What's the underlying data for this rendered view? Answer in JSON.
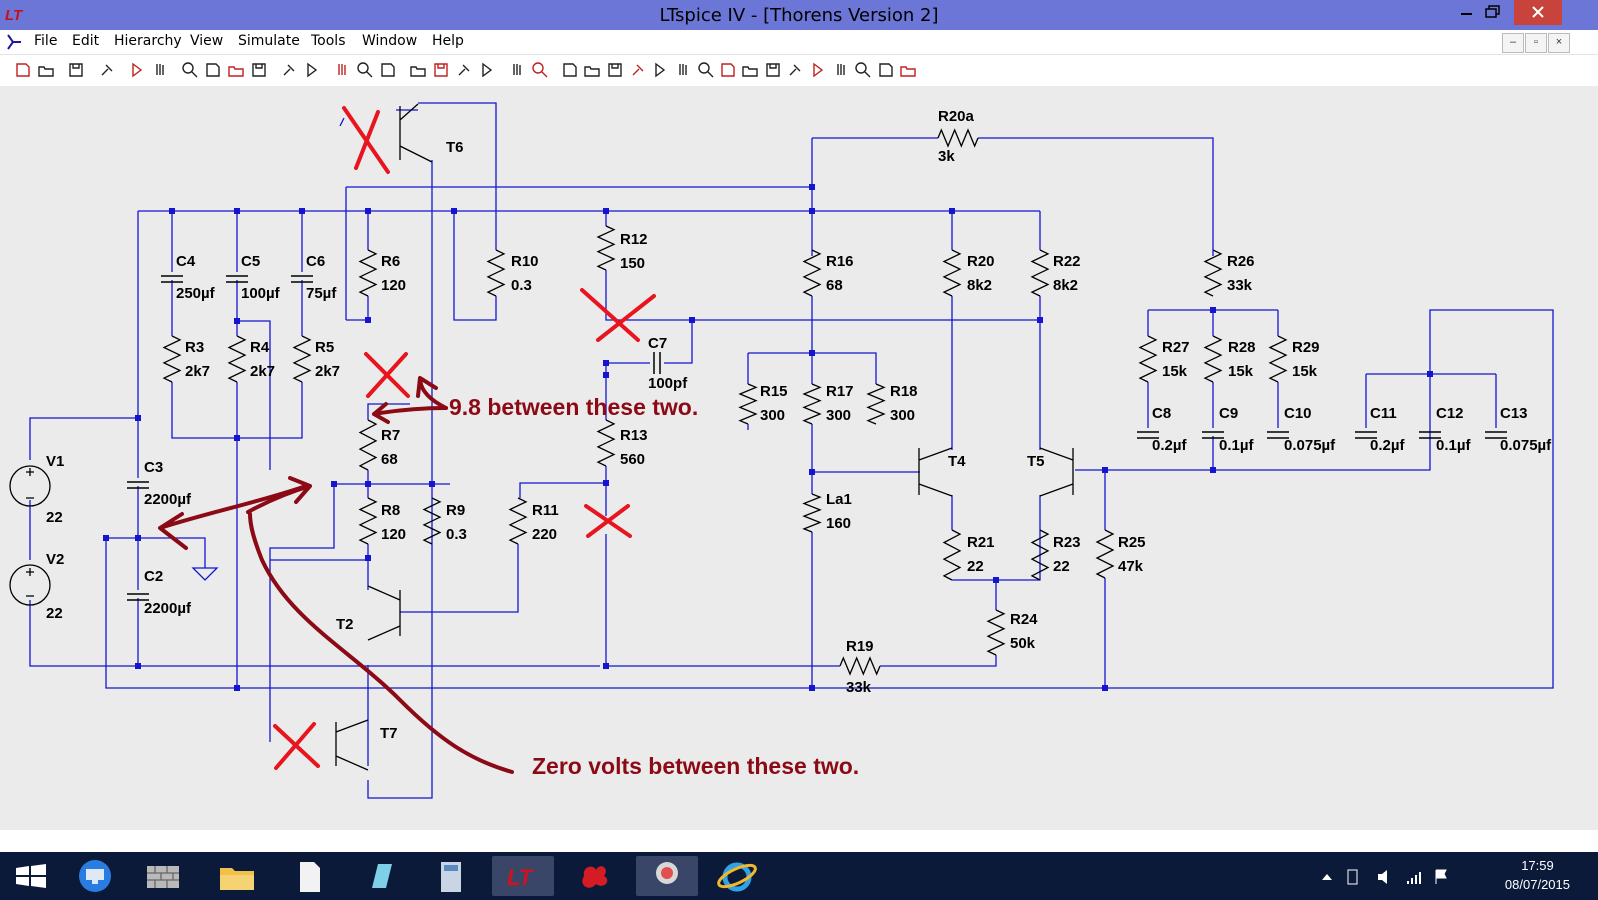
{
  "window": {
    "title": "LTspice IV - [Thorens Version 2]",
    "controls": [
      "minimize",
      "restore",
      "close"
    ],
    "mdi_controls": [
      "minimize",
      "restore",
      "close"
    ]
  },
  "menu": [
    "File",
    "Edit",
    "Hierarchy",
    "View",
    "Simulate",
    "Tools",
    "Window",
    "Help"
  ],
  "toolbar_icons": [
    "new-schematic-icon",
    "open-icon",
    "save-icon",
    "control-panel-icon",
    "run-icon",
    "halt-icon",
    "zoom-in-icon",
    "pan-icon",
    "zoom-out-icon",
    "zoom-cancel-icon",
    "autorange-icon",
    "visible-traces-icon",
    "tile-horizontal-icon",
    "tile-vertical-icon",
    "cascade-icon",
    "cut-icon",
    "copy-icon",
    "paste-icon",
    "find-icon",
    "print-preview-icon",
    "print-icon",
    "draw-wire-icon",
    "ground-icon",
    "label-net-icon",
    "resistor-icon",
    "capacitor-icon",
    "inductor-icon",
    "diode-icon",
    "component-icon",
    "move-icon",
    "drag-icon",
    "undo-icon",
    "redo-icon",
    "rotate-icon",
    "mirror-icon",
    "text-icon",
    "spice-directive-icon"
  ],
  "schematic": {
    "components": [
      {
        "ref": "T6",
        "value": ""
      },
      {
        "ref": "R20a",
        "value": "3k"
      },
      {
        "ref": "C4",
        "value": "250µf"
      },
      {
        "ref": "C5",
        "value": "100µf"
      },
      {
        "ref": "C6",
        "value": "75µf"
      },
      {
        "ref": "R6",
        "value": "120"
      },
      {
        "ref": "R10",
        "value": "0.3"
      },
      {
        "ref": "R12",
        "value": "150"
      },
      {
        "ref": "R16",
        "value": "68"
      },
      {
        "ref": "R20",
        "value": "8k2"
      },
      {
        "ref": "R22",
        "value": "8k2"
      },
      {
        "ref": "R26",
        "value": "33k"
      },
      {
        "ref": "R3",
        "value": "2k7"
      },
      {
        "ref": "R4",
        "value": "2k7"
      },
      {
        "ref": "R5",
        "value": "2k7"
      },
      {
        "ref": "C7",
        "value": "100pf"
      },
      {
        "ref": "R27",
        "value": "15k"
      },
      {
        "ref": "R28",
        "value": "15k"
      },
      {
        "ref": "R29",
        "value": "15k"
      },
      {
        "ref": "R15",
        "value": "300"
      },
      {
        "ref": "R17",
        "value": "300"
      },
      {
        "ref": "R18",
        "value": "300"
      },
      {
        "ref": "C8",
        "value": "0.2µf"
      },
      {
        "ref": "C9",
        "value": "0.1µf"
      },
      {
        "ref": "C10",
        "value": "0.075µf"
      },
      {
        "ref": "C11",
        "value": "0.2µf"
      },
      {
        "ref": "C12",
        "value": "0.1µf"
      },
      {
        "ref": "C13",
        "value": "0.075µf"
      },
      {
        "ref": "R7",
        "value": "68"
      },
      {
        "ref": "R13",
        "value": "560"
      },
      {
        "ref": "T4",
        "value": ""
      },
      {
        "ref": "T5",
        "value": ""
      },
      {
        "ref": "V1",
        "value": "22"
      },
      {
        "ref": "V2",
        "value": "22"
      },
      {
        "ref": "C3",
        "value": "2200µf"
      },
      {
        "ref": "C2",
        "value": "2200µf"
      },
      {
        "ref": "R8",
        "value": "120"
      },
      {
        "ref": "R9",
        "value": "0.3"
      },
      {
        "ref": "R11",
        "value": "220"
      },
      {
        "ref": "La1",
        "value": "160"
      },
      {
        "ref": "R21",
        "value": "22"
      },
      {
        "ref": "R23",
        "value": "22"
      },
      {
        "ref": "R25",
        "value": "47k"
      },
      {
        "ref": "R24",
        "value": "50k"
      },
      {
        "ref": "T2",
        "value": ""
      },
      {
        "ref": "R19",
        "value": "33k"
      },
      {
        "ref": "T7",
        "value": ""
      }
    ],
    "annotations": {
      "top": "9.8 between these two.",
      "bottom": "Zero volts between these two."
    }
  },
  "taskbar": {
    "apps": [
      "start-icon",
      "remote-desktop-icon",
      "firewall-icon",
      "file-explorer-icon",
      "notepad-icon",
      "tablet-icon",
      "calculator-icon",
      "ltspice-icon",
      "paint-splash-icon",
      "snipping-tool-icon",
      "internet-explorer-icon"
    ],
    "time": "17:59",
    "date": "08/07/2015"
  },
  "colors": {
    "wire": "#1515d0",
    "component": "#000000",
    "node": "#1515d0",
    "annotation": "#8b0a15",
    "cross": "#e8141e",
    "titlebar": "#6b76d6",
    "canvas": "#ebebeb"
  }
}
